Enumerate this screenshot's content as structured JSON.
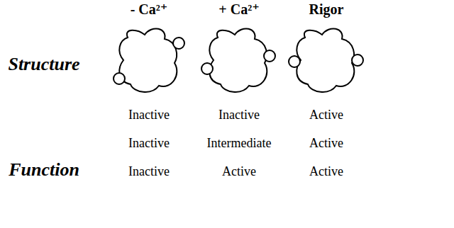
{
  "diagram": {
    "labels": [
      "- Ca²⁺",
      "+ Ca²⁺",
      "Rigor",
      "Structure",
      "Function",
      "Inactive",
      "Inactive",
      "Active",
      "Inactive",
      "Intermediate",
      "Active",
      "Inactive",
      "Active",
      "Active"
    ]
  }
}
